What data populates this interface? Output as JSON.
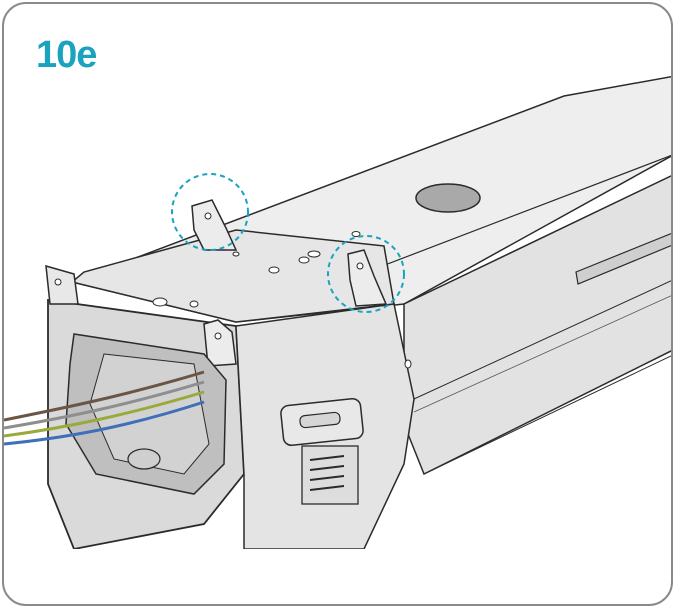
{
  "step": {
    "label": "10e"
  },
  "colors": {
    "accent": "#1aa3bf",
    "frame_border": "#8a8a8a",
    "metal_light": "#ececec",
    "metal_mid": "#d6d6d6",
    "metal_dark": "#9a9a9a",
    "outline": "#2b2b2b",
    "wire_brown": "#6b5546",
    "wire_green_yellow": "#9aa93a",
    "wire_blue": "#3f6fb8",
    "wire_grey": "#8e8e8e"
  },
  "icons": {
    "highlight_markers": [
      "dashed-circle-highlight-left-tab",
      "dashed-circle-highlight-right-tab"
    ]
  }
}
